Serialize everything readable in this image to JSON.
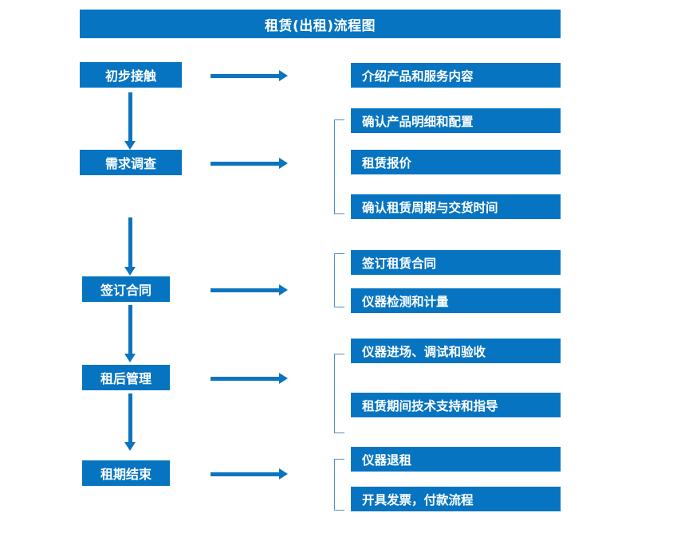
{
  "title": "租赁(出租)流程图",
  "theme": {
    "box_fill": "#0674c1",
    "box_text": "#ffffff",
    "arrow_color": "#0b74bf",
    "bracket_color": "#4f8fce",
    "page_background": "#ffffff"
  },
  "chart_data": {
    "type": "diagram",
    "title": "租赁(出租)流程图",
    "orientation": "vertical-with-branches",
    "stages": [
      {
        "id": "stage-1",
        "label": "初步接触",
        "details": [
          "介绍产品和服务内容"
        ],
        "bracketed": false
      },
      {
        "id": "stage-2",
        "label": "需求调查",
        "details": [
          "确认产品明细和配置",
          "租赁报价",
          "确认租赁周期与交货时间"
        ],
        "bracketed": true
      },
      {
        "id": "stage-3",
        "label": "签订合同",
        "details": [
          "签订租赁合同",
          "仪器检测和计量"
        ],
        "bracketed": true
      },
      {
        "id": "stage-4",
        "label": "租后管理",
        "details": [
          "仪器进场、调试和验收",
          "租赁期间技术支持和指导"
        ],
        "bracketed": true
      },
      {
        "id": "stage-5",
        "label": "租期结束",
        "details": [
          "仪器退租",
          "开具发票，付款流程"
        ],
        "bracketed": true
      }
    ]
  },
  "stages": {
    "s1": {
      "label": "初步接触"
    },
    "s2": {
      "label": "需求调查"
    },
    "s3": {
      "label": "签订合同"
    },
    "s4": {
      "label": "租后管理"
    },
    "s5": {
      "label": "租期结束"
    }
  },
  "details": {
    "d1_1": "介绍产品和服务内容",
    "d2_1": "确认产品明细和配置",
    "d2_2": "租赁报价",
    "d2_3": "确认租赁周期与交货时间",
    "d3_1": "签订租赁合同",
    "d3_2": "仪器检测和计量",
    "d4_1": "仪器进场、调试和验收",
    "d4_2": "租赁期间技术支持和指导",
    "d5_1": "仪器退租",
    "d5_2": "开具发票，付款流程"
  }
}
